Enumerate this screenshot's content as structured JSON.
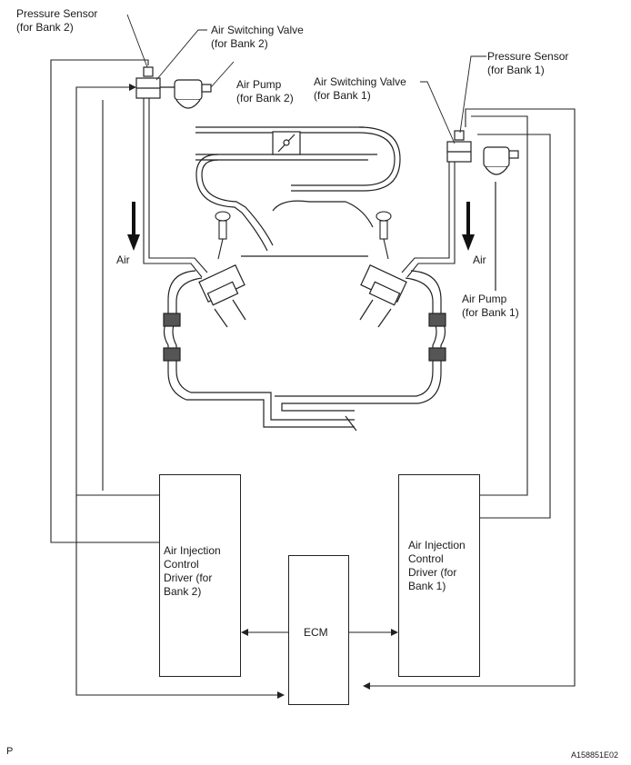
{
  "labels": {
    "pressure_sensor_bank2": [
      "Pressure Sensor",
      "(for Bank 2)"
    ],
    "air_switching_valve_bank2": [
      "Air Switching Valve",
      "(for Bank 2)"
    ],
    "air_pump_bank2": [
      "Air Pump",
      "(for Bank 2)"
    ],
    "air_switching_valve_bank1": [
      "Air Switching Valve",
      "(for Bank 1)"
    ],
    "pressure_sensor_bank1": [
      "Pressure Sensor",
      "(for Bank 1)"
    ],
    "air_pump_bank1": [
      "Air Pump",
      "(for Bank 1)"
    ],
    "air_left": "Air",
    "air_right": "Air"
  },
  "boxes": {
    "driver_bank2": [
      "Air Injection",
      "Control",
      "Driver (for",
      "Bank 2)"
    ],
    "driver_bank1": [
      "Air Injection",
      "Control",
      "Driver (for",
      "Bank 1)"
    ],
    "ecm": "ECM"
  },
  "footer": {
    "left_code": "P",
    "figure_id": "A158851E02"
  }
}
